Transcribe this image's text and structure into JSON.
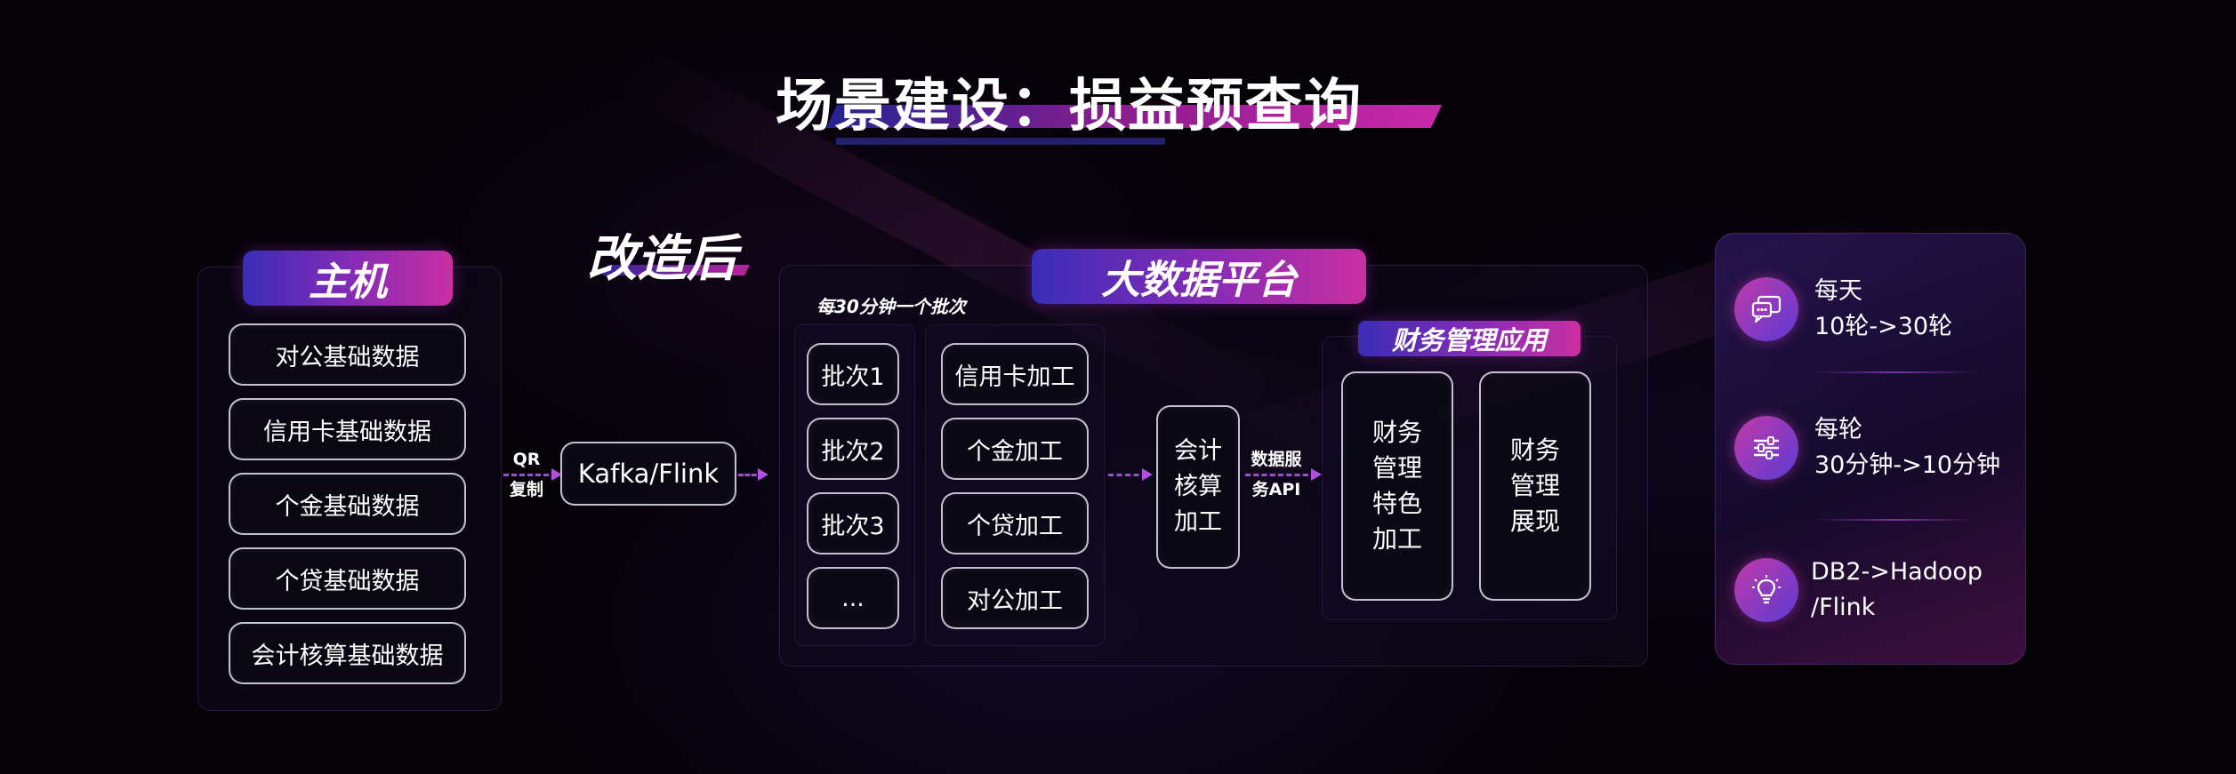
{
  "title": "场景建设：损益预查询",
  "stage_label": "改造后",
  "mainframe": {
    "header": "主机",
    "items": [
      "对公基础数据",
      "信用卡基础数据",
      "个金基础数据",
      "个贷基础数据",
      "会计核算基础数据"
    ]
  },
  "replication_label": [
    "QR",
    "复制"
  ],
  "stream_box": "Kafka/Flink",
  "bigdata": {
    "header": "大数据平台",
    "batch_note": "每30分钟一个批次",
    "batches": [
      "批次1",
      "批次2",
      "批次3",
      "..."
    ],
    "processing": [
      "信用卡加工",
      "个金加工",
      "个贷加工",
      "对公加工"
    ],
    "accounting": [
      "会计",
      "核算",
      "加工"
    ],
    "api_label": [
      "数据服",
      "务API"
    ],
    "finance_app": {
      "header": "财务管理应用",
      "left": [
        "财务",
        "管理",
        "特色",
        "加工"
      ],
      "right": [
        "财务",
        "管理",
        "展现"
      ]
    }
  },
  "metrics": [
    {
      "icon": "chat-icon",
      "title": "每天",
      "value": "10轮->30轮"
    },
    {
      "icon": "sliders-icon",
      "title": "每轮",
      "value": "30分钟->10分钟"
    },
    {
      "icon": "lightbulb-icon",
      "title": "DB2->Hadoop",
      "value": "/Flink"
    }
  ],
  "colors": {
    "accent_blue": "#3a2db8",
    "accent_magenta": "#c92fa0",
    "arrow": "#a04ad8"
  }
}
